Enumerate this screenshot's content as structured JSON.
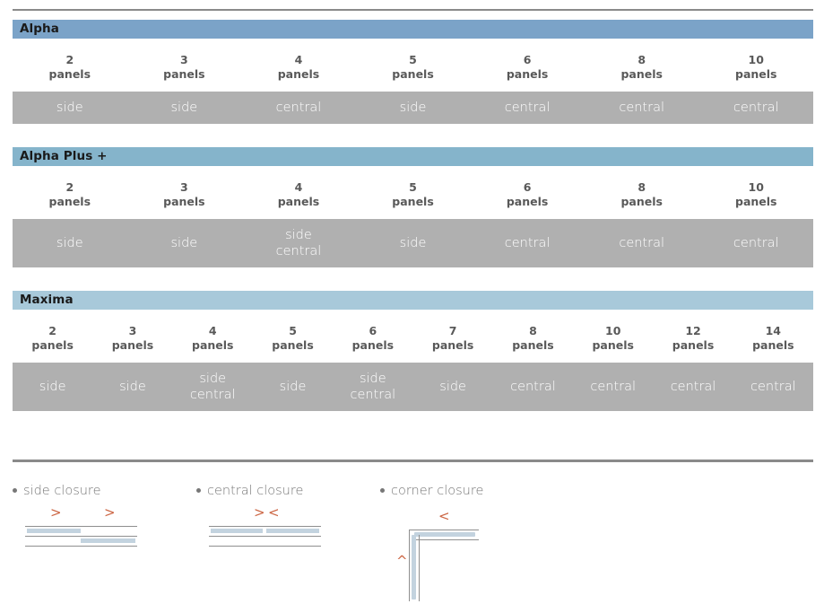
{
  "colors": {
    "band_alpha": "#7ba3c8",
    "band_alpha_plus": "#85b4cb",
    "band_maxima": "#a8c9da",
    "value_row_bg": "#b0b0b0",
    "rule": "#8a8a8a",
    "accent_chevron": "#cc6644",
    "bar_blue": "#c3d3df"
  },
  "sections": [
    {
      "title": "Alpha",
      "band_color": "#7ba3c8",
      "columns": [
        {
          "count": "2",
          "unit": "panels",
          "value": [
            "side"
          ]
        },
        {
          "count": "3",
          "unit": "panels",
          "value": [
            "side"
          ]
        },
        {
          "count": "4",
          "unit": "panels",
          "value": [
            "central"
          ]
        },
        {
          "count": "5",
          "unit": "panels",
          "value": [
            "side"
          ]
        },
        {
          "count": "6",
          "unit": "panels",
          "value": [
            "central"
          ]
        },
        {
          "count": "8",
          "unit": "panels",
          "value": [
            "central"
          ]
        },
        {
          "count": "10",
          "unit": "panels",
          "value": [
            "central"
          ]
        }
      ]
    },
    {
      "title": "Alpha Plus +",
      "band_color": "#85b4cb",
      "columns": [
        {
          "count": "2",
          "unit": "panels",
          "value": [
            "side"
          ]
        },
        {
          "count": "3",
          "unit": "panels",
          "value": [
            "side"
          ]
        },
        {
          "count": "4",
          "unit": "panels",
          "value": [
            "side",
            "central"
          ]
        },
        {
          "count": "5",
          "unit": "panels",
          "value": [
            "side"
          ]
        },
        {
          "count": "6",
          "unit": "panels",
          "value": [
            "central"
          ]
        },
        {
          "count": "8",
          "unit": "panels",
          "value": [
            "central"
          ]
        },
        {
          "count": "10",
          "unit": "panels",
          "value": [
            "central"
          ]
        }
      ]
    },
    {
      "title": "Maxima",
      "band_color": "#a8c9da",
      "columns": [
        {
          "count": "2",
          "unit": "panels",
          "value": [
            "side"
          ]
        },
        {
          "count": "3",
          "unit": "panels",
          "value": [
            "side"
          ]
        },
        {
          "count": "4",
          "unit": "panels",
          "value": [
            "side",
            "central"
          ]
        },
        {
          "count": "5",
          "unit": "panels",
          "value": [
            "side"
          ]
        },
        {
          "count": "6",
          "unit": "panels",
          "value": [
            "side",
            "central"
          ]
        },
        {
          "count": "7",
          "unit": "panels",
          "value": [
            "side"
          ]
        },
        {
          "count": "8",
          "unit": "panels",
          "value": [
            "central"
          ]
        },
        {
          "count": "10",
          "unit": "panels",
          "value": [
            "central"
          ]
        },
        {
          "count": "12",
          "unit": "panels",
          "value": [
            "central"
          ]
        },
        {
          "count": "14",
          "unit": "panels",
          "value": [
            "central"
          ]
        }
      ]
    }
  ],
  "legend": {
    "items": [
      {
        "label": "side closure",
        "chevrons": [
          ">",
          ">"
        ]
      },
      {
        "label": "central closure",
        "chevrons": [
          ">",
          "<"
        ]
      },
      {
        "label": "corner closure",
        "chevrons": [
          "<",
          "^"
        ]
      }
    ]
  }
}
